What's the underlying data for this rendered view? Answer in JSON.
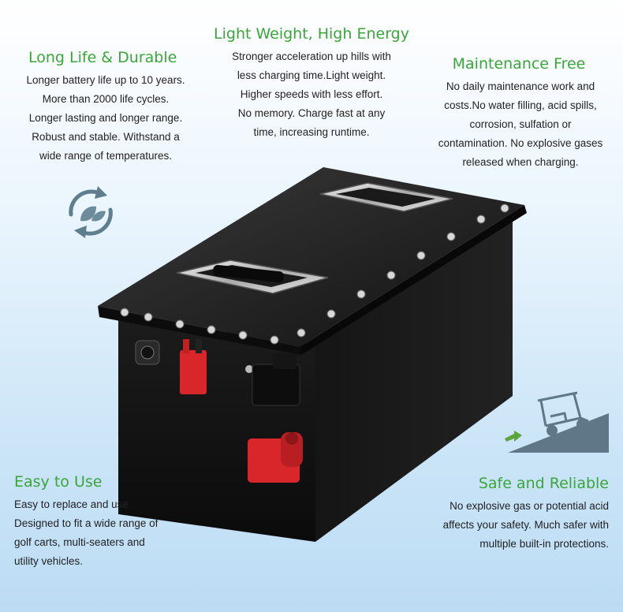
{
  "features": {
    "long_life": {
      "title": "Long Life & Durable",
      "lines": [
        "Longer battery life up to 10 years.",
        "More than 2000 life cycles.",
        "Longer lasting and longer range.",
        "Robust and stable. Withstand a",
        "wide range of temperatures."
      ]
    },
    "light_weight": {
      "title": "Light Weight, High Energy",
      "lines": [
        "Stronger acceleration up hills with",
        "less charging time.Light weight.",
        "Higher speeds with less effort.",
        "No memory. Charge fast at any",
        "time, increasing runtime."
      ]
    },
    "maintenance": {
      "title": "Maintenance Free",
      "lines": [
        "No daily maintenance work and",
        "costs.No water filling, acid spills,",
        "corrosion, sulfation or",
        "contamination. No explosive gases",
        "released when charging."
      ]
    },
    "easy": {
      "title": "Easy to Use",
      "lines": [
        "Easy to replace and use.",
        "Designed to fit a wide range of",
        "golf carts, multi-seaters and",
        "utility vehicles."
      ]
    },
    "safe": {
      "title": "Safe and Reliable",
      "lines": [
        "No explosive gas or potential acid",
        "affects your safety. Much safer with",
        "multiple built-in protections."
      ]
    }
  },
  "icons": {
    "recycle": "recycle-leaf-icon",
    "golf_cart": "golf-cart-uphill-icon"
  },
  "colors": {
    "title_green": "#3aa63a",
    "battery_black": "#141414",
    "terminal_red": "#d8262a"
  }
}
